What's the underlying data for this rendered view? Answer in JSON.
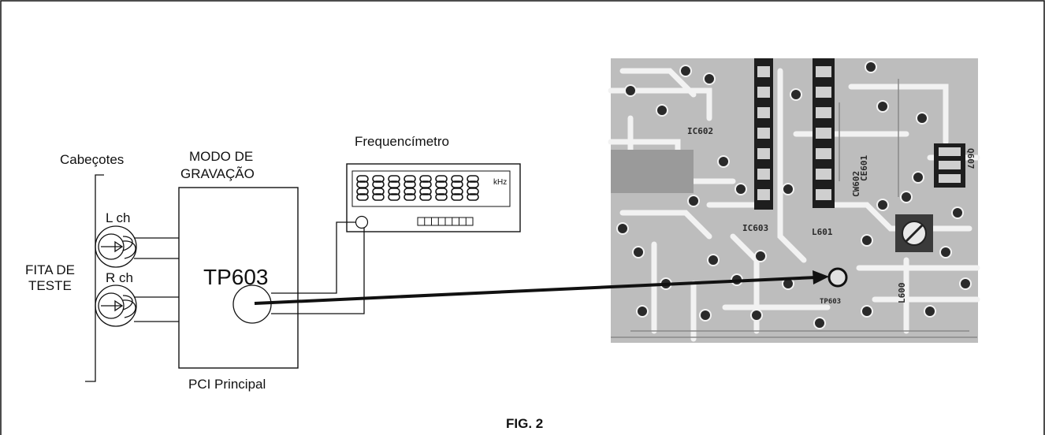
{
  "labels": {
    "heads": "Cabeçotes",
    "left_channel": "L ch",
    "right_channel": "R ch",
    "test_tape_line1": "FITA DE",
    "test_tape_line2": "TESTE",
    "mode_line1": "MODO DE",
    "mode_line2": "GRAVAÇÃO",
    "test_point": "TP603",
    "main_board": "PCI Principal",
    "frequency_counter": "Frequencímetro",
    "unit": "kHz",
    "figure_caption": "FIG. 2"
  },
  "pcb_labels": {
    "ic602": "IC602",
    "ic603": "IC603",
    "l601": "L601",
    "ce601": "CE601",
    "cw602": "CW602",
    "l600": "L600",
    "q607": "Q607",
    "tp603": "TP603"
  },
  "colors": {
    "ink": "#111111",
    "pcb_background": "#bdbdbd",
    "pcb_trace": "#f2f2f2",
    "pcb_pad": "#1e1e1e"
  }
}
